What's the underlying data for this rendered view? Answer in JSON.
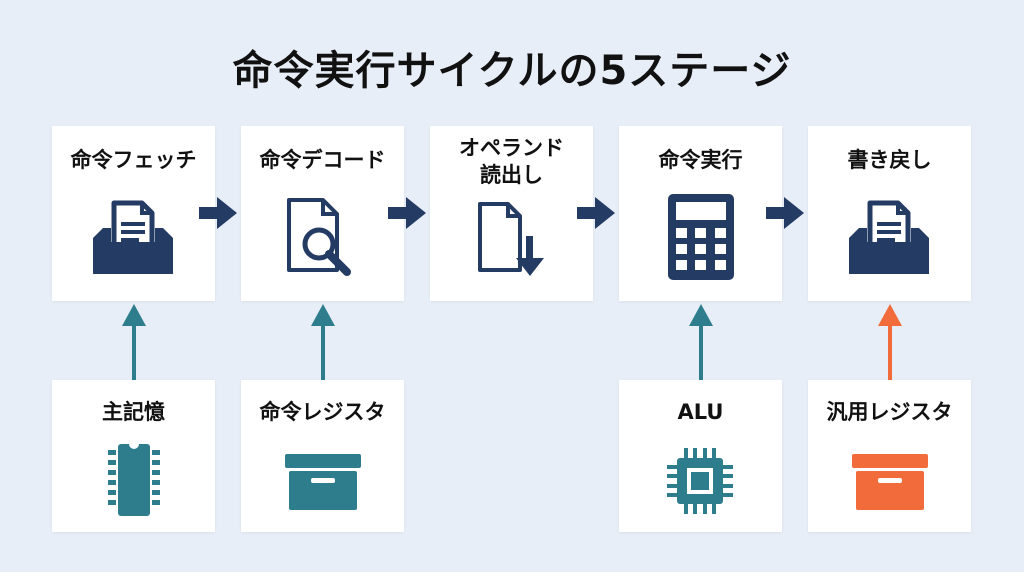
{
  "title": "命令実行サイクルの5ステージ",
  "stages": [
    {
      "label": "命令フェッチ",
      "icon": "inbox-tray-document-icon"
    },
    {
      "label": "命令デコード",
      "icon": "document-magnifier-icon"
    },
    {
      "label_lines": [
        "オペランド",
        "読出し"
      ],
      "icon": "document-download-arrow-icon"
    },
    {
      "label": "命令実行",
      "icon": "calculator-icon"
    },
    {
      "label": "書き戻し",
      "icon": "inbox-tray-document-icon"
    }
  ],
  "components": [
    {
      "label": "主記憶",
      "icon": "memory-chip-icon",
      "color": "#2e7d8c"
    },
    {
      "label": "命令レジスタ",
      "icon": "storage-box-icon",
      "color": "#2e7d8c"
    },
    {
      "label": "ALU",
      "icon": "processor-chip-icon",
      "color": "#2e7d8c"
    },
    {
      "label": "汎用レジスタ",
      "icon": "storage-box-icon",
      "color": "#f26b3a"
    }
  ],
  "colors": {
    "navy": "#243b63",
    "teal": "#2e7d8c",
    "orange": "#f26b3a",
    "background": "#e8eef7"
  }
}
